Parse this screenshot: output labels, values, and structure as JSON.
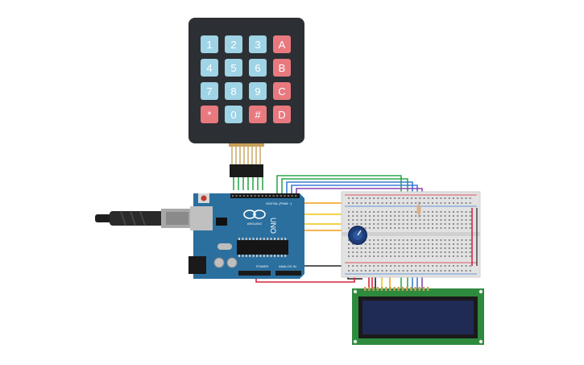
{
  "keypad": {
    "keys": [
      {
        "label": "1",
        "type": "digit"
      },
      {
        "label": "2",
        "type": "digit"
      },
      {
        "label": "3",
        "type": "digit"
      },
      {
        "label": "A",
        "type": "letter"
      },
      {
        "label": "4",
        "type": "digit"
      },
      {
        "label": "5",
        "type": "digit"
      },
      {
        "label": "6",
        "type": "digit"
      },
      {
        "label": "B",
        "type": "letter"
      },
      {
        "label": "7",
        "type": "digit"
      },
      {
        "label": "8",
        "type": "digit"
      },
      {
        "label": "9",
        "type": "digit"
      },
      {
        "label": "C",
        "type": "letter"
      },
      {
        "label": "*",
        "type": "letter"
      },
      {
        "label": "0",
        "type": "digit"
      },
      {
        "label": "#",
        "type": "letter"
      },
      {
        "label": "D",
        "type": "letter"
      }
    ]
  },
  "arduino": {
    "logo_text": "ARDUINO",
    "model": "UNO",
    "digital_label": "DIGITAL (PWM ~)",
    "power_label": "POWER",
    "analog_label": "ANALOG IN"
  },
  "colors": {
    "digit_key": "#9fd3e6",
    "letter_key": "#e8797f",
    "keypad_body": "#2c2f33",
    "arduino_board": "#2b6f9e",
    "breadboard": "#e2e2e2",
    "lcd_board": "#2e8b3e",
    "lcd_screen": "#1f2a55",
    "wire_green": "#2fa84f",
    "wire_orange": "#f39c12",
    "wire_yellow": "#f1c40f",
    "wire_blue": "#3a7bd5",
    "wire_red": "#d7263d",
    "wire_black": "#222222",
    "wire_purple": "#8e44ad"
  },
  "icons": {
    "usb_cable": "usb-cable-icon",
    "potentiometer": "potentiometer-icon"
  }
}
